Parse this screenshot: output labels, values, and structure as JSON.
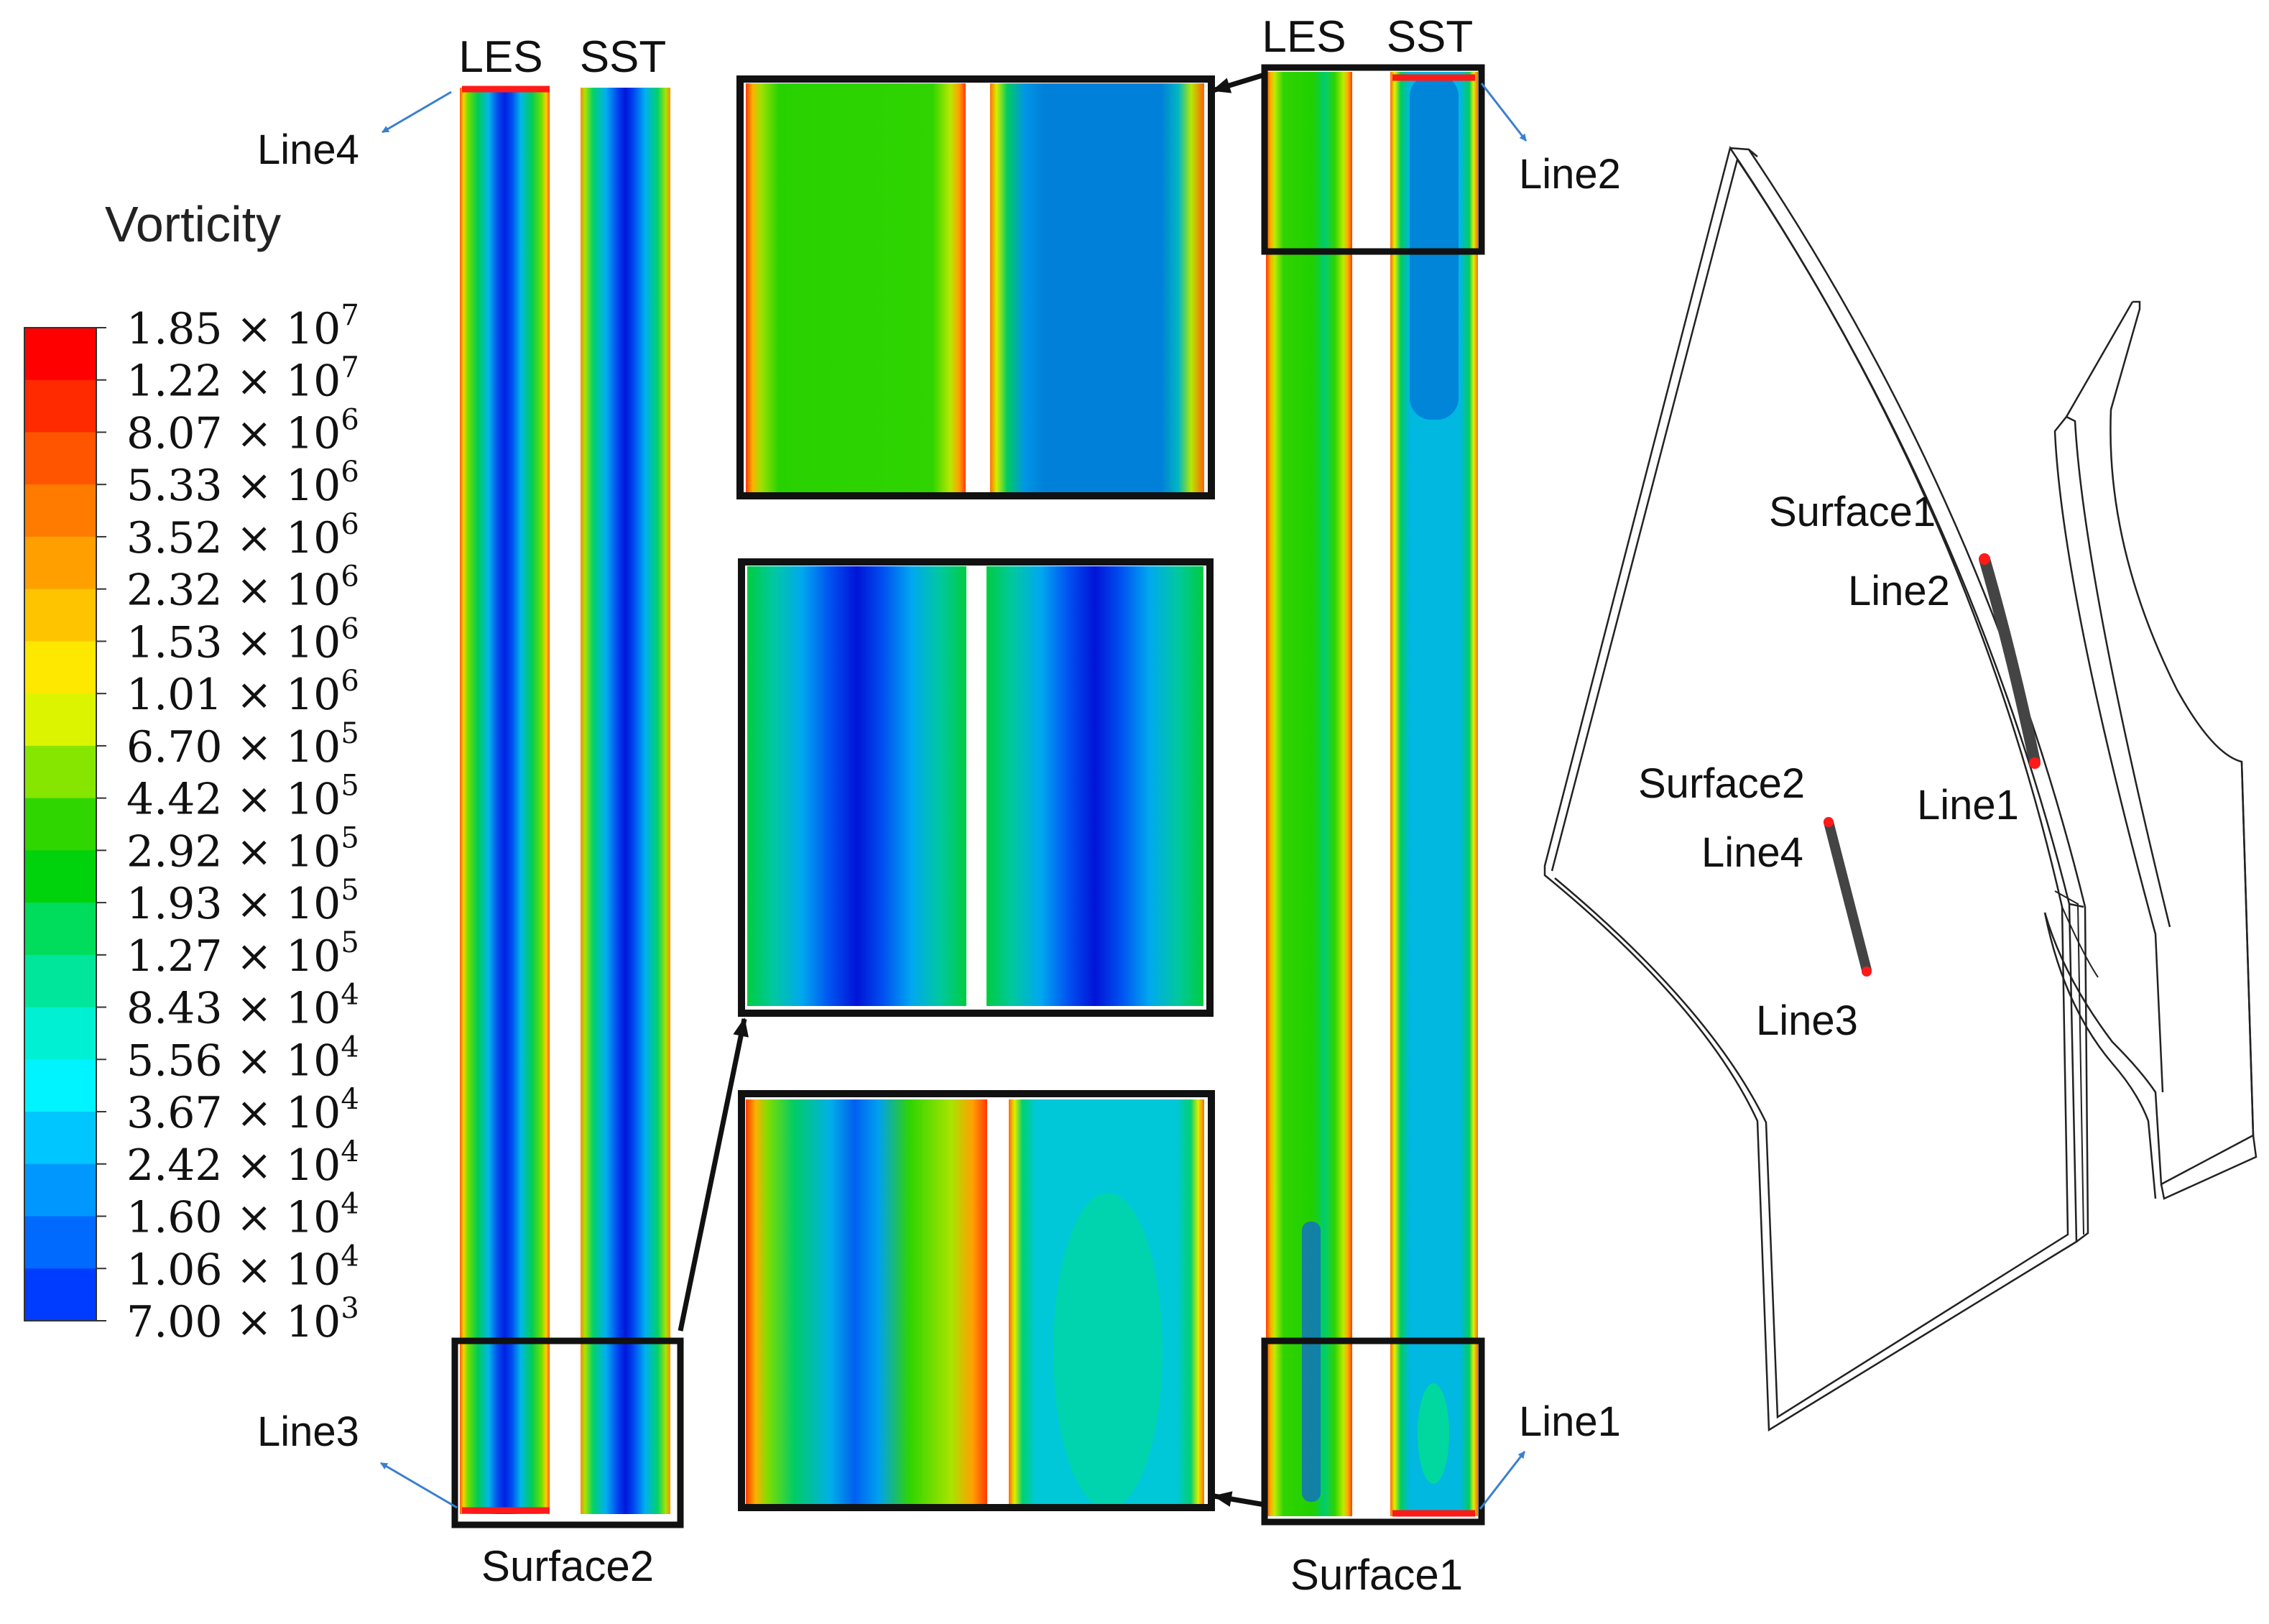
{
  "legend": {
    "title": "Vorticity",
    "levels": [
      {
        "mantissa": "1.85",
        "exp": "7",
        "color": "#ff0000"
      },
      {
        "mantissa": "1.22",
        "exp": "7",
        "color": "#ff2a00"
      },
      {
        "mantissa": "8.07",
        "exp": "6",
        "color": "#ff5500"
      },
      {
        "mantissa": "5.33",
        "exp": "6",
        "color": "#ff7b00"
      },
      {
        "mantissa": "3.52",
        "exp": "6",
        "color": "#ffa000"
      },
      {
        "mantissa": "2.32",
        "exp": "6",
        "color": "#ffc400"
      },
      {
        "mantissa": "1.53",
        "exp": "6",
        "color": "#ffe800"
      },
      {
        "mantissa": "1.01",
        "exp": "6",
        "color": "#dcf400"
      },
      {
        "mantissa": "6.70",
        "exp": "5",
        "color": "#86e600"
      },
      {
        "mantissa": "4.42",
        "exp": "5",
        "color": "#30d600"
      },
      {
        "mantissa": "2.92",
        "exp": "5",
        "color": "#00d20c"
      },
      {
        "mantissa": "1.93",
        "exp": "5",
        "color": "#00dc5c"
      },
      {
        "mantissa": "1.27",
        "exp": "5",
        "color": "#00e69a"
      },
      {
        "mantissa": "8.43",
        "exp": "4",
        "color": "#00f0d4"
      },
      {
        "mantissa": "5.56",
        "exp": "4",
        "color": "#00f4ff"
      },
      {
        "mantissa": "3.67",
        "exp": "4",
        "color": "#00c6ff"
      },
      {
        "mantissa": "2.42",
        "exp": "4",
        "color": "#0098ff"
      },
      {
        "mantissa": "1.60",
        "exp": "4",
        "color": "#006aff"
      },
      {
        "mantissa": "1.06",
        "exp": "4",
        "color": "#003cff"
      },
      {
        "mantissa": "7.00",
        "exp": "3",
        "color": "#0010ff"
      }
    ]
  },
  "labels": {
    "les_left": "LES",
    "sst_left": "SST",
    "les_right": "LES",
    "sst_right": "SST",
    "line1": "Line1",
    "line2": "Line2",
    "line3": "Line3",
    "line4": "Line4",
    "surface1": "Surface1",
    "surface2": "Surface2"
  },
  "colors": {
    "highlight_red": "#ff1a1a",
    "arrow_blue": "#3a7fd0",
    "frame_black": "#111111"
  }
}
